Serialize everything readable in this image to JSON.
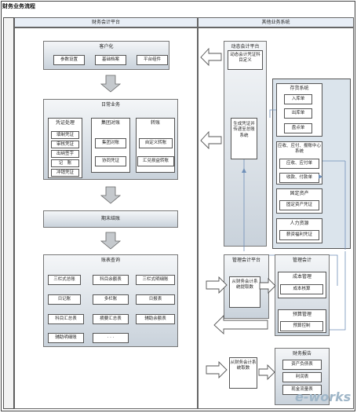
{
  "title": "财务业务流程",
  "lanes": {
    "left": "财务会计平台",
    "right": "其他业务系统"
  },
  "customize": {
    "title": "客户化",
    "items": [
      "参数设置",
      "基础档案",
      "平台组件"
    ]
  },
  "daily": {
    "title": "日常业务",
    "voucher": {
      "title": "凭证处理",
      "items": [
        "填制凭证",
        "审核凭证",
        "出纳签字",
        "记　账",
        "冲销凭证"
      ]
    },
    "group": {
      "title": "集团对账",
      "items": [
        "集团对账",
        "协同凭证"
      ]
    },
    "transfer": {
      "title": "转账",
      "items": [
        "自定义转账",
        "汇兑损益转账"
      ]
    }
  },
  "period_end": "期末结账",
  "query": {
    "title": "账表查询",
    "items": [
      "三栏式总账",
      "科目余额表",
      "三栏式明细账",
      "日记账",
      "多栏账",
      "日报表",
      "科目汇总表",
      "摘要汇总表",
      "辅助余额表",
      "辅助明细账",
      "· · ·"
    ]
  },
  "dynamic": {
    "title": "动态会计平台",
    "def_box": "动态会计凭证科目定义",
    "gen_box": "生成凭证并传递至总账系统"
  },
  "systems": {
    "inventory": {
      "title": "存货系统",
      "items": [
        "入库单",
        "出库单",
        "盘点单"
      ]
    },
    "ar_ap": {
      "title": "应收、应付、报账中心系统",
      "items": [
        "应收、应付单",
        "收款、付款单"
      ]
    },
    "fixed": {
      "title": "固定资产",
      "items": [
        "固定资产凭证"
      ]
    },
    "hr": {
      "title": "人力资源",
      "items": [
        "薪资福利凭证"
      ]
    }
  },
  "mgmt_platform": {
    "title": "管理会计平台",
    "box": "从财务会计系统提取数"
  },
  "mgmt": {
    "title": "管理会计",
    "cost": {
      "title": "成本管理",
      "item": "成本核算"
    },
    "budget": {
      "title": "预算管理",
      "item": "预算控制"
    }
  },
  "report_fetch": "从财务会计系统取数",
  "report": {
    "title": "财务报告",
    "items": [
      "资产负债表",
      "利润表",
      "现金流量表"
    ]
  },
  "watermark": "e-works"
}
